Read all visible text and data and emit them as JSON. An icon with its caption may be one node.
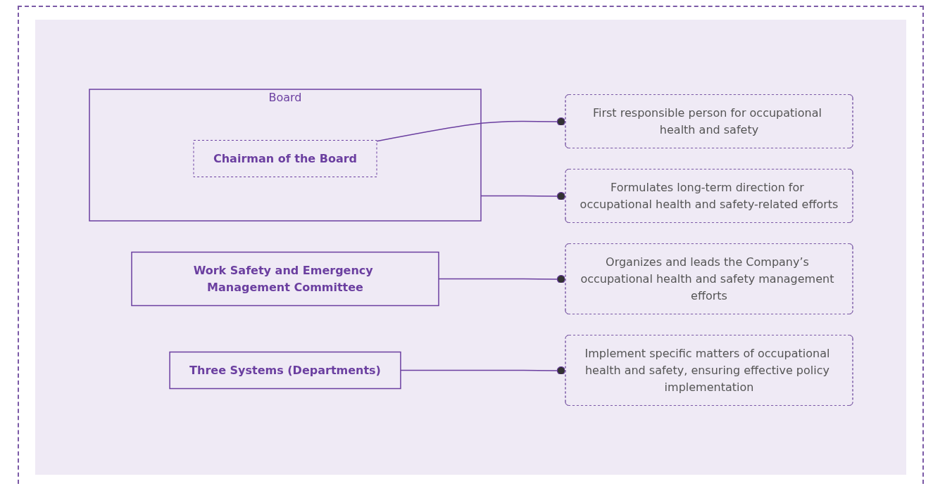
{
  "diagram": {
    "nodes": [
      {
        "text": [
          "Board"
        ]
      },
      {
        "text": [
          "Chairman of the Board"
        ],
        "in": 0
      },
      {
        "text": [
          "First responsible person for occupational health and safety"
        ]
      },
      {
        "text": [
          "Formulates long-term direction for occupational health and safety-related efforts"
        ]
      },
      {
        "text": [
          "Work Safety and Emergency Management Committee"
        ]
      },
      {
        "text": [
          "Organizes and leads the Company’s occupational health and safety management efforts"
        ]
      },
      {
        "text": [
          "Three Systems (Departments)"
        ]
      },
      {
        "text": [
          "Implement specific matters of occupational health and safety, ensuring effective policy implementation"
        ]
      }
    ],
    "edges": [
      {
        "from": 1,
        "to": 2,
        "arrow": "other"
      },
      {
        "from": 0,
        "to": 3,
        "arrow": "other"
      },
      {
        "from": 4,
        "to": 5,
        "arrow": "other"
      },
      {
        "from": 6,
        "to": 7,
        "arrow": "other"
      }
    ]
  }
}
